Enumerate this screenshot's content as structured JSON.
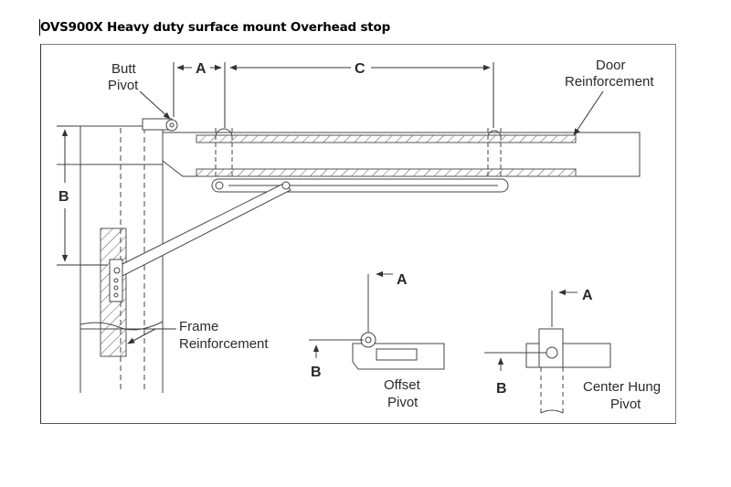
{
  "title": "OVS900X Heavy duty surface mount Overhead stop",
  "labels": {
    "butt_pivot_line1": "Butt",
    "butt_pivot_line2": "Pivot",
    "dim_a": "A",
    "dim_c": "C",
    "door_reinf_line1": "Door",
    "door_reinf_line2": "Reinforcement",
    "dim_b": "B",
    "frame_reinf_line1": "Frame",
    "frame_reinf_line2": "Reinforcement",
    "offset_a": "A",
    "offset_b": "B",
    "offset_line1": "Offset",
    "offset_line2": "Pivot",
    "center_a": "A",
    "center_b": "B",
    "center_line1": "Center Hung",
    "center_line2": "Pivot"
  }
}
